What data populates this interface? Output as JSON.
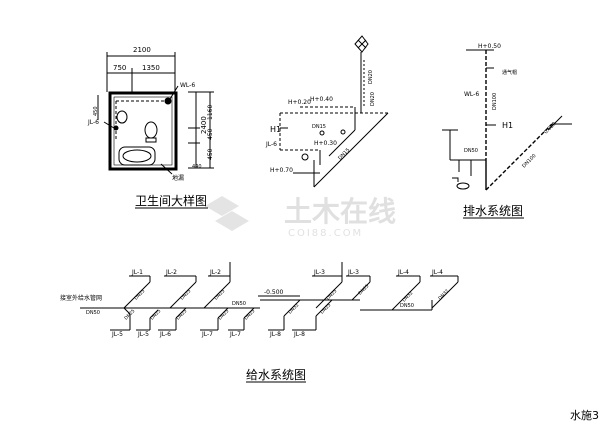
{
  "sheet": {
    "sheet_number": "水施3",
    "watermark_brand": "土木在线",
    "watermark_domain": "COI88.COM"
  },
  "bathroom_plan": {
    "title": "卫生间大样图",
    "dim_total_width": "2100",
    "dim_left": "750",
    "dim_right": "1350",
    "dim_total_height": "2400",
    "dim_upper": "1160",
    "dim_mid": "450",
    "dim_low": "450",
    "dim_bottom": "440",
    "dim_side": "450",
    "label_jl": "JL-6",
    "label_wl": "WL-6",
    "label_floor_drain": "地漏"
  },
  "isometric_detail": {
    "h1": "H+0.20",
    "h2": "H+0.40",
    "h3": "H+0.30",
    "h4": "H+0.70",
    "level_label": "H1",
    "jl": "JL-6",
    "dn20": "DN20",
    "dn15a": "DN15",
    "dn15b": "DN15",
    "dn20b": "DN20"
  },
  "drainage": {
    "title": "排水系统图",
    "h_top": "H+0.50",
    "wl": "WL-6",
    "level_label": "H1",
    "dn100": "DN100",
    "dn50": "DN50",
    "dn100b": "DN100",
    "vent": "通气帽",
    "slope": "0.020"
  },
  "supply": {
    "title": "给水系统图",
    "inlet_label": "接室外给水管网",
    "dn50_inlet": "DN50",
    "elevation": "-0.500",
    "dn50_main": "DN50",
    "dn50_right": "DN50",
    "top_risers": [
      "JL-1",
      "JL-2",
      "JL-2",
      "JL-3",
      "JL-3",
      "JL-4",
      "JL-4"
    ],
    "bottom_risers": [
      "JL-5",
      "JL-5",
      "JL-6",
      "JL-7",
      "JL-7",
      "JL-8",
      "JL-8"
    ],
    "branch_sizes": [
      "DN25",
      "DN25",
      "DN25",
      "DN25",
      "DN25",
      "DN32",
      "DN32",
      "DN25",
      "DN25",
      "DN25",
      "DN25",
      "DN25",
      "DN32",
      "DN25"
    ]
  }
}
